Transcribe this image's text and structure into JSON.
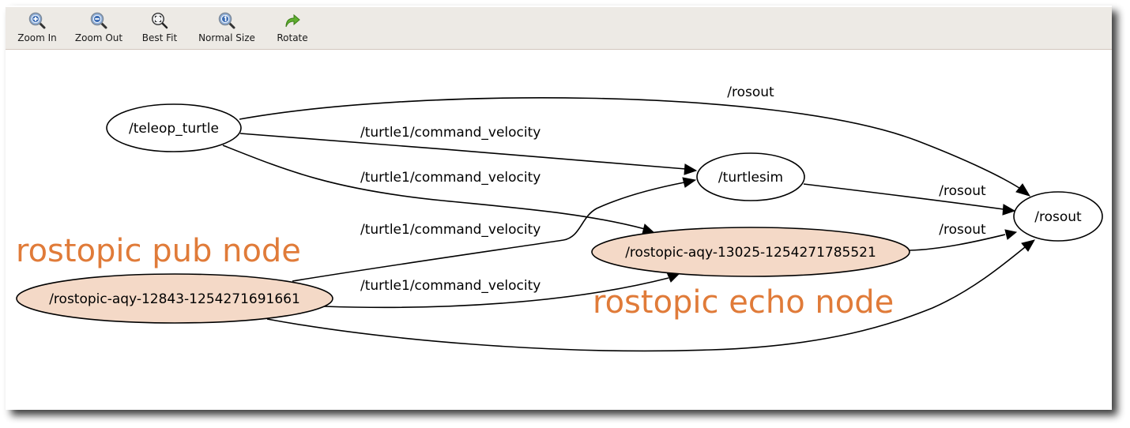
{
  "toolbar": {
    "buttons": [
      {
        "label": "Zoom In",
        "icon": "zoom-in-icon"
      },
      {
        "label": "Zoom Out",
        "icon": "zoom-out-icon"
      },
      {
        "label": "Best Fit",
        "icon": "best-fit-icon"
      },
      {
        "label": "Normal Size",
        "icon": "normal-size-icon"
      },
      {
        "label": "Rotate",
        "icon": "rotate-icon"
      }
    ]
  },
  "graph": {
    "colors": {
      "pub_echo_fill": "#f4d9c7",
      "node_fill": "#ffffff",
      "annotation": "#e07b39"
    },
    "nodes": {
      "teleop": "/teleop_turtle",
      "turtlesim": "/turtlesim",
      "rosout": "/rosout",
      "echo": "/rostopic-aqy-13025-1254271785521",
      "pub": "/rostopic-aqy-12843-1254271691661"
    },
    "edges": [
      {
        "from": "/teleop_turtle",
        "to": "/rosout",
        "label": "/rosout"
      },
      {
        "from": "/teleop_turtle",
        "to": "/turtlesim",
        "label": "/turtle1/command_velocity"
      },
      {
        "from": "/teleop_turtle",
        "to": "/rostopic-aqy-13025-1254271785521",
        "label": "/turtle1/command_velocity"
      },
      {
        "from": "/rostopic-aqy-12843-1254271691661",
        "to": "/turtlesim",
        "label": "/turtle1/command_velocity"
      },
      {
        "from": "/rostopic-aqy-12843-1254271691661",
        "to": "/rostopic-aqy-13025-1254271785521",
        "label": "/turtle1/command_velocity"
      },
      {
        "from": "/turtlesim",
        "to": "/rosout",
        "label": "/rosout"
      },
      {
        "from": "/rostopic-aqy-13025-1254271785521",
        "to": "/rosout",
        "label": "/rosout"
      },
      {
        "from": "/rostopic-aqy-12843-1254271691661",
        "to": "/rosout",
        "label": ""
      }
    ],
    "annotations": {
      "pub": "rostopic pub node",
      "echo": "rostopic echo node"
    }
  }
}
